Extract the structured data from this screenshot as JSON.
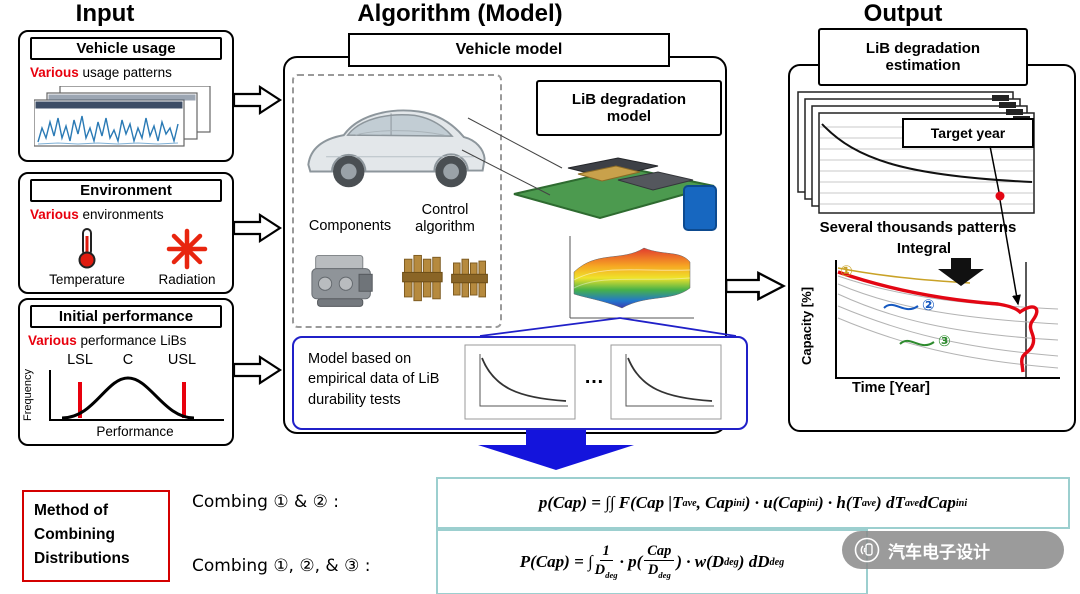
{
  "headers": {
    "input": "Input",
    "algorithm": "Algorithm (Model)",
    "output": "Output"
  },
  "input": {
    "vehicle_usage": {
      "title": "Vehicle usage",
      "various": "Various",
      "rest": " usage patterns"
    },
    "environment": {
      "title": "Environment",
      "various": "Various",
      "rest": " environments",
      "temperature": "Temperature",
      "radiation": "Radiation"
    },
    "initial_performance": {
      "title": "Initial performance",
      "various": "Various",
      "rest": " performance LiBs",
      "lsl": "LSL",
      "center": "C",
      "usl": "USL",
      "ylabel": "Frequency",
      "xlabel": "Performance"
    }
  },
  "algorithm": {
    "vehicle_model": "Vehicle model",
    "lib_degradation_model": "LiB degradation model",
    "components": "Components",
    "control_algorithm": "Control algorithm",
    "empirical": "Model based on empirical data of LiB durability tests",
    "ellipsis": "…"
  },
  "output": {
    "title": "LiB degradation estimation",
    "target_year": "Target year",
    "patterns": "Several thousands patterns",
    "integral": "Integral",
    "ylabel": "Capacity [%]",
    "xlabel": "Time [Year]",
    "marker1": "①",
    "marker2": "②",
    "marker3": "③"
  },
  "bottom": {
    "method": "Method of\nCombining\nDistributions",
    "label12": "Combing ① & ② :",
    "label123": "Combing ①, ②, & ③ :",
    "formula12": "p(Cap) = ∫∫ F(Cap |T`ave`, Cap`ini`) · u(Cap`ini`) · h(T`ave`) dT`ave`dCap`ini`",
    "formula123": "P(Cap) = ∫ {1||D`deg`} · p({Cap||D`deg`}) · w(D`deg`) dD`deg`"
  },
  "watermark": "汽车电子设计"
}
